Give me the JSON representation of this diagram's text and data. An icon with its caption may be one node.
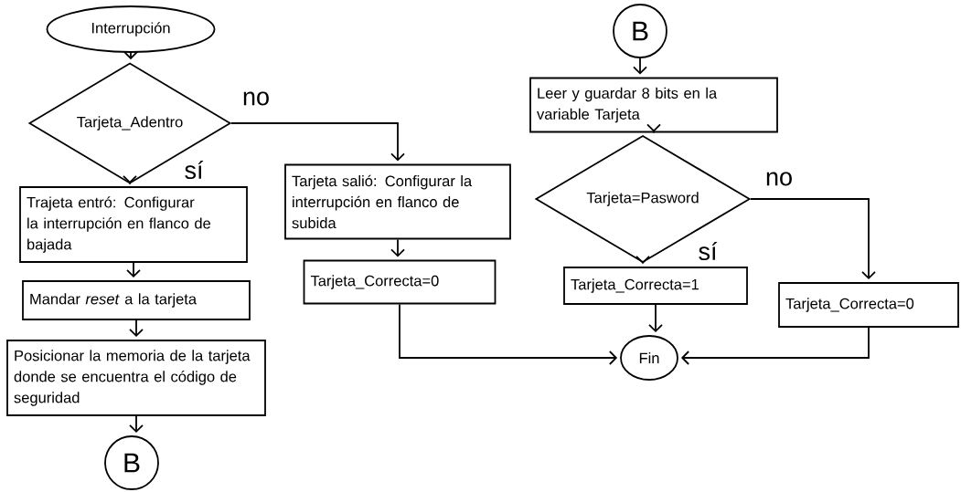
{
  "diagram": {
    "nodes": [
      {
        "text": [
          "Interrupción"
        ]
      },
      {
        "text": [
          "Tarjeta_Adentro"
        ]
      },
      {
        "text": [
          "Trajeta entró: Configurar la interrupción en flanco de bajada"
        ]
      },
      {
        "text": [
          "Mandar *reset* a la tarjeta"
        ]
      },
      {
        "text": [
          "Posicionar la memoria de la tarjeta donde se encuentra el código de seguridad"
        ]
      },
      {
        "text": [
          "B"
        ]
      },
      {
        "text": [
          "Tarjeta salió: Configurar la interrupción en flanco de subida"
        ]
      },
      {
        "text": [
          "Tarjeta_Correcta=0"
        ]
      },
      {
        "text": [
          "B"
        ]
      },
      {
        "text": [
          "Leer y guardar 8 bits en la variable Tarjeta"
        ]
      },
      {
        "text": [
          "Tarjeta=Pasword"
        ]
      },
      {
        "text": [
          "Tarjeta_Correcta=1"
        ]
      },
      {
        "text": [
          "Tarjeta_Correcta=0"
        ]
      },
      {
        "text": [
          "Fin"
        ]
      }
    ],
    "edges": [
      {
        "from": 0,
        "to": 1,
        "arrow": "to"
      },
      {
        "from": 1,
        "to": 2,
        "arrow": "to",
        "label": "sí"
      },
      {
        "from": 1,
        "to": 6,
        "arrow": "to",
        "label": "no"
      },
      {
        "from": 2,
        "to": 3,
        "arrow": "to"
      },
      {
        "from": 3,
        "to": 4,
        "arrow": "to"
      },
      {
        "from": 4,
        "to": 5,
        "arrow": "to"
      },
      {
        "from": 6,
        "to": 7,
        "arrow": "to"
      },
      {
        "from": 7,
        "to": 13,
        "arrow": "to"
      },
      {
        "from": 8,
        "to": 9,
        "arrow": "to"
      },
      {
        "from": 9,
        "to": 10,
        "arrow": "to"
      },
      {
        "from": 10,
        "to": 11,
        "arrow": "to",
        "label": "sí"
      },
      {
        "from": 10,
        "to": 12,
        "arrow": "to",
        "label": "no"
      },
      {
        "from": 11,
        "to": 13,
        "arrow": "to"
      },
      {
        "from": 12,
        "to": 13,
        "arrow": "to"
      }
    ]
  }
}
